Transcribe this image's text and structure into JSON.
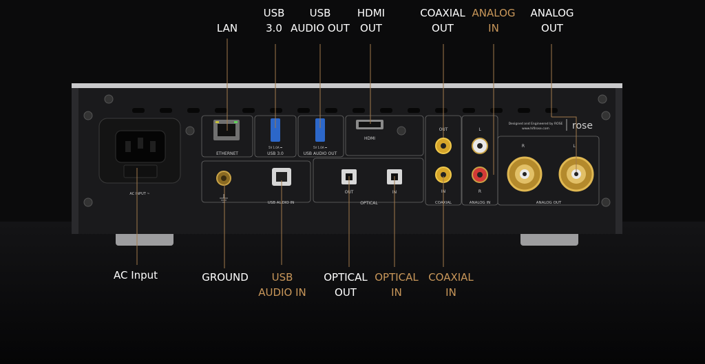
{
  "colors": {
    "background": "#0b0b0c",
    "chassis": "#1a1a1c",
    "label_white": "#ffffff",
    "label_gold": "#c9975a",
    "leader_line": "#a27a4c"
  },
  "top_labels": {
    "lan": "LAN",
    "usb30": "USB\n3.0",
    "usb_audio_out": "USB\nAUDIO OUT",
    "hdmi_out": "HDMI\nOUT",
    "coaxial_out": "COAXIAL\nOUT",
    "analog_in": "ANALOG\nIN",
    "analog_out": "ANALOG\nOUT"
  },
  "bottom_labels": {
    "ac_input": "AC Input",
    "ground": "GROUND",
    "usb_audio_in": "USB\nAUDIO IN",
    "optical_out": "OPTICAL\nOUT",
    "optical_in": "OPTICAL\nIN",
    "coaxial_in": "COAXIAL\nIN"
  },
  "panel_text": {
    "ac_input": "AC INPUT ~",
    "ethernet": "ETHERNET",
    "usb30": "USB 3.0",
    "usb_audio_out": "USB AUDIO OUT",
    "usb_rating_1": "5V 1.0A ⎓",
    "usb_rating_2": "5V 1.0A ⎓",
    "hdmi": "HDMI",
    "usb_audio_in": "USB AUDIO IN",
    "optical": "OPTICAL",
    "optical_out": "OUT",
    "optical_in": "IN",
    "coax_out": "OUT",
    "coax_in": "IN",
    "coaxial": "COAXIAL",
    "analog_in": "ANALOG IN",
    "analog_in_l": "L",
    "analog_in_r": "R",
    "analog_out": "ANALOG OUT",
    "analog_out_r": "R",
    "analog_out_l": "L",
    "brand_line1": "Designed and Engineered by ROSE",
    "brand_line2": "www.hifirose.com",
    "logo": "rose"
  }
}
